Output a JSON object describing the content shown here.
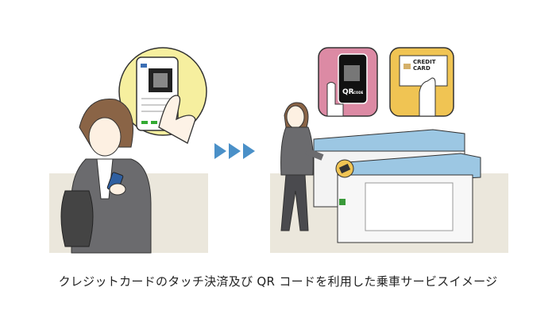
{
  "caption": "クレジットカードのタッチ決済及び QR コードを利用した乗車サービスイメージ",
  "icons": {
    "qr_label": "QR",
    "qr_sublabel": "CODE",
    "card_label_line1": "CREDIT",
    "card_label_line2": "CARD"
  },
  "colors": {
    "background_panel": "#ebe7dc",
    "qr_tile": "#dc8aa4",
    "card_tile": "#f0c453",
    "arrow": "#4a90c8",
    "gate_top": "#9cc7e3",
    "circle": "#f6ef9f"
  }
}
